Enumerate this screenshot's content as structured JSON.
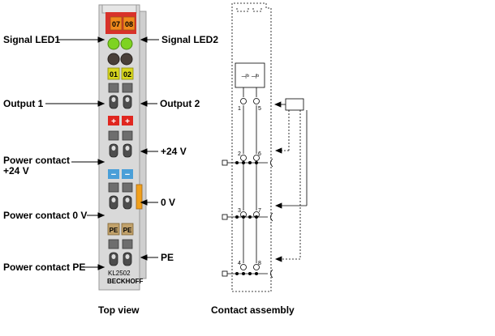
{
  "top_view": {
    "caption": "Top view",
    "channel_numbers": [
      "07",
      "08"
    ],
    "output_numbers": [
      "01",
      "02"
    ],
    "plus_markers": [
      "+",
      "+"
    ],
    "minus_markers": [
      "−",
      "−"
    ],
    "pe_markers": [
      "PE",
      "PE"
    ],
    "model": "KL2502",
    "brand": "BECKHOFF",
    "colors": {
      "housing": "#d9d9d9",
      "top_red": "#d8322a",
      "channel_orange": "#f08a1c",
      "led_green": "#7ed321",
      "led_dark": "#4a4039",
      "yellow_tag": "#d8d71e",
      "plus_red": "#e0261f",
      "minus_blue": "#4a9fd8",
      "pe_tan": "#c2a26b",
      "side_orange": "#f0a01c"
    }
  },
  "left_labels": {
    "signal_led1": "Signal LED1",
    "output1": "Output 1",
    "power_contact_24v_line1": "Power contact",
    "power_contact_24v_line2": "+24 V",
    "power_contact_0v": "Power contact 0 V",
    "power_contact_pe": "Power contact PE"
  },
  "right_labels": {
    "signal_led2": "Signal LED2",
    "output2": "Output 2",
    "plus24v": "+24 V",
    "zero_v": "0 V",
    "pe": "PE"
  },
  "contact_assembly": {
    "caption": "Contact assembly",
    "terminal_numbers": [
      "1",
      "5",
      "2",
      "6",
      "3",
      "7",
      "4",
      "8"
    ],
    "module_symbol": "⊣ᵇ ⊣ᵇ"
  }
}
